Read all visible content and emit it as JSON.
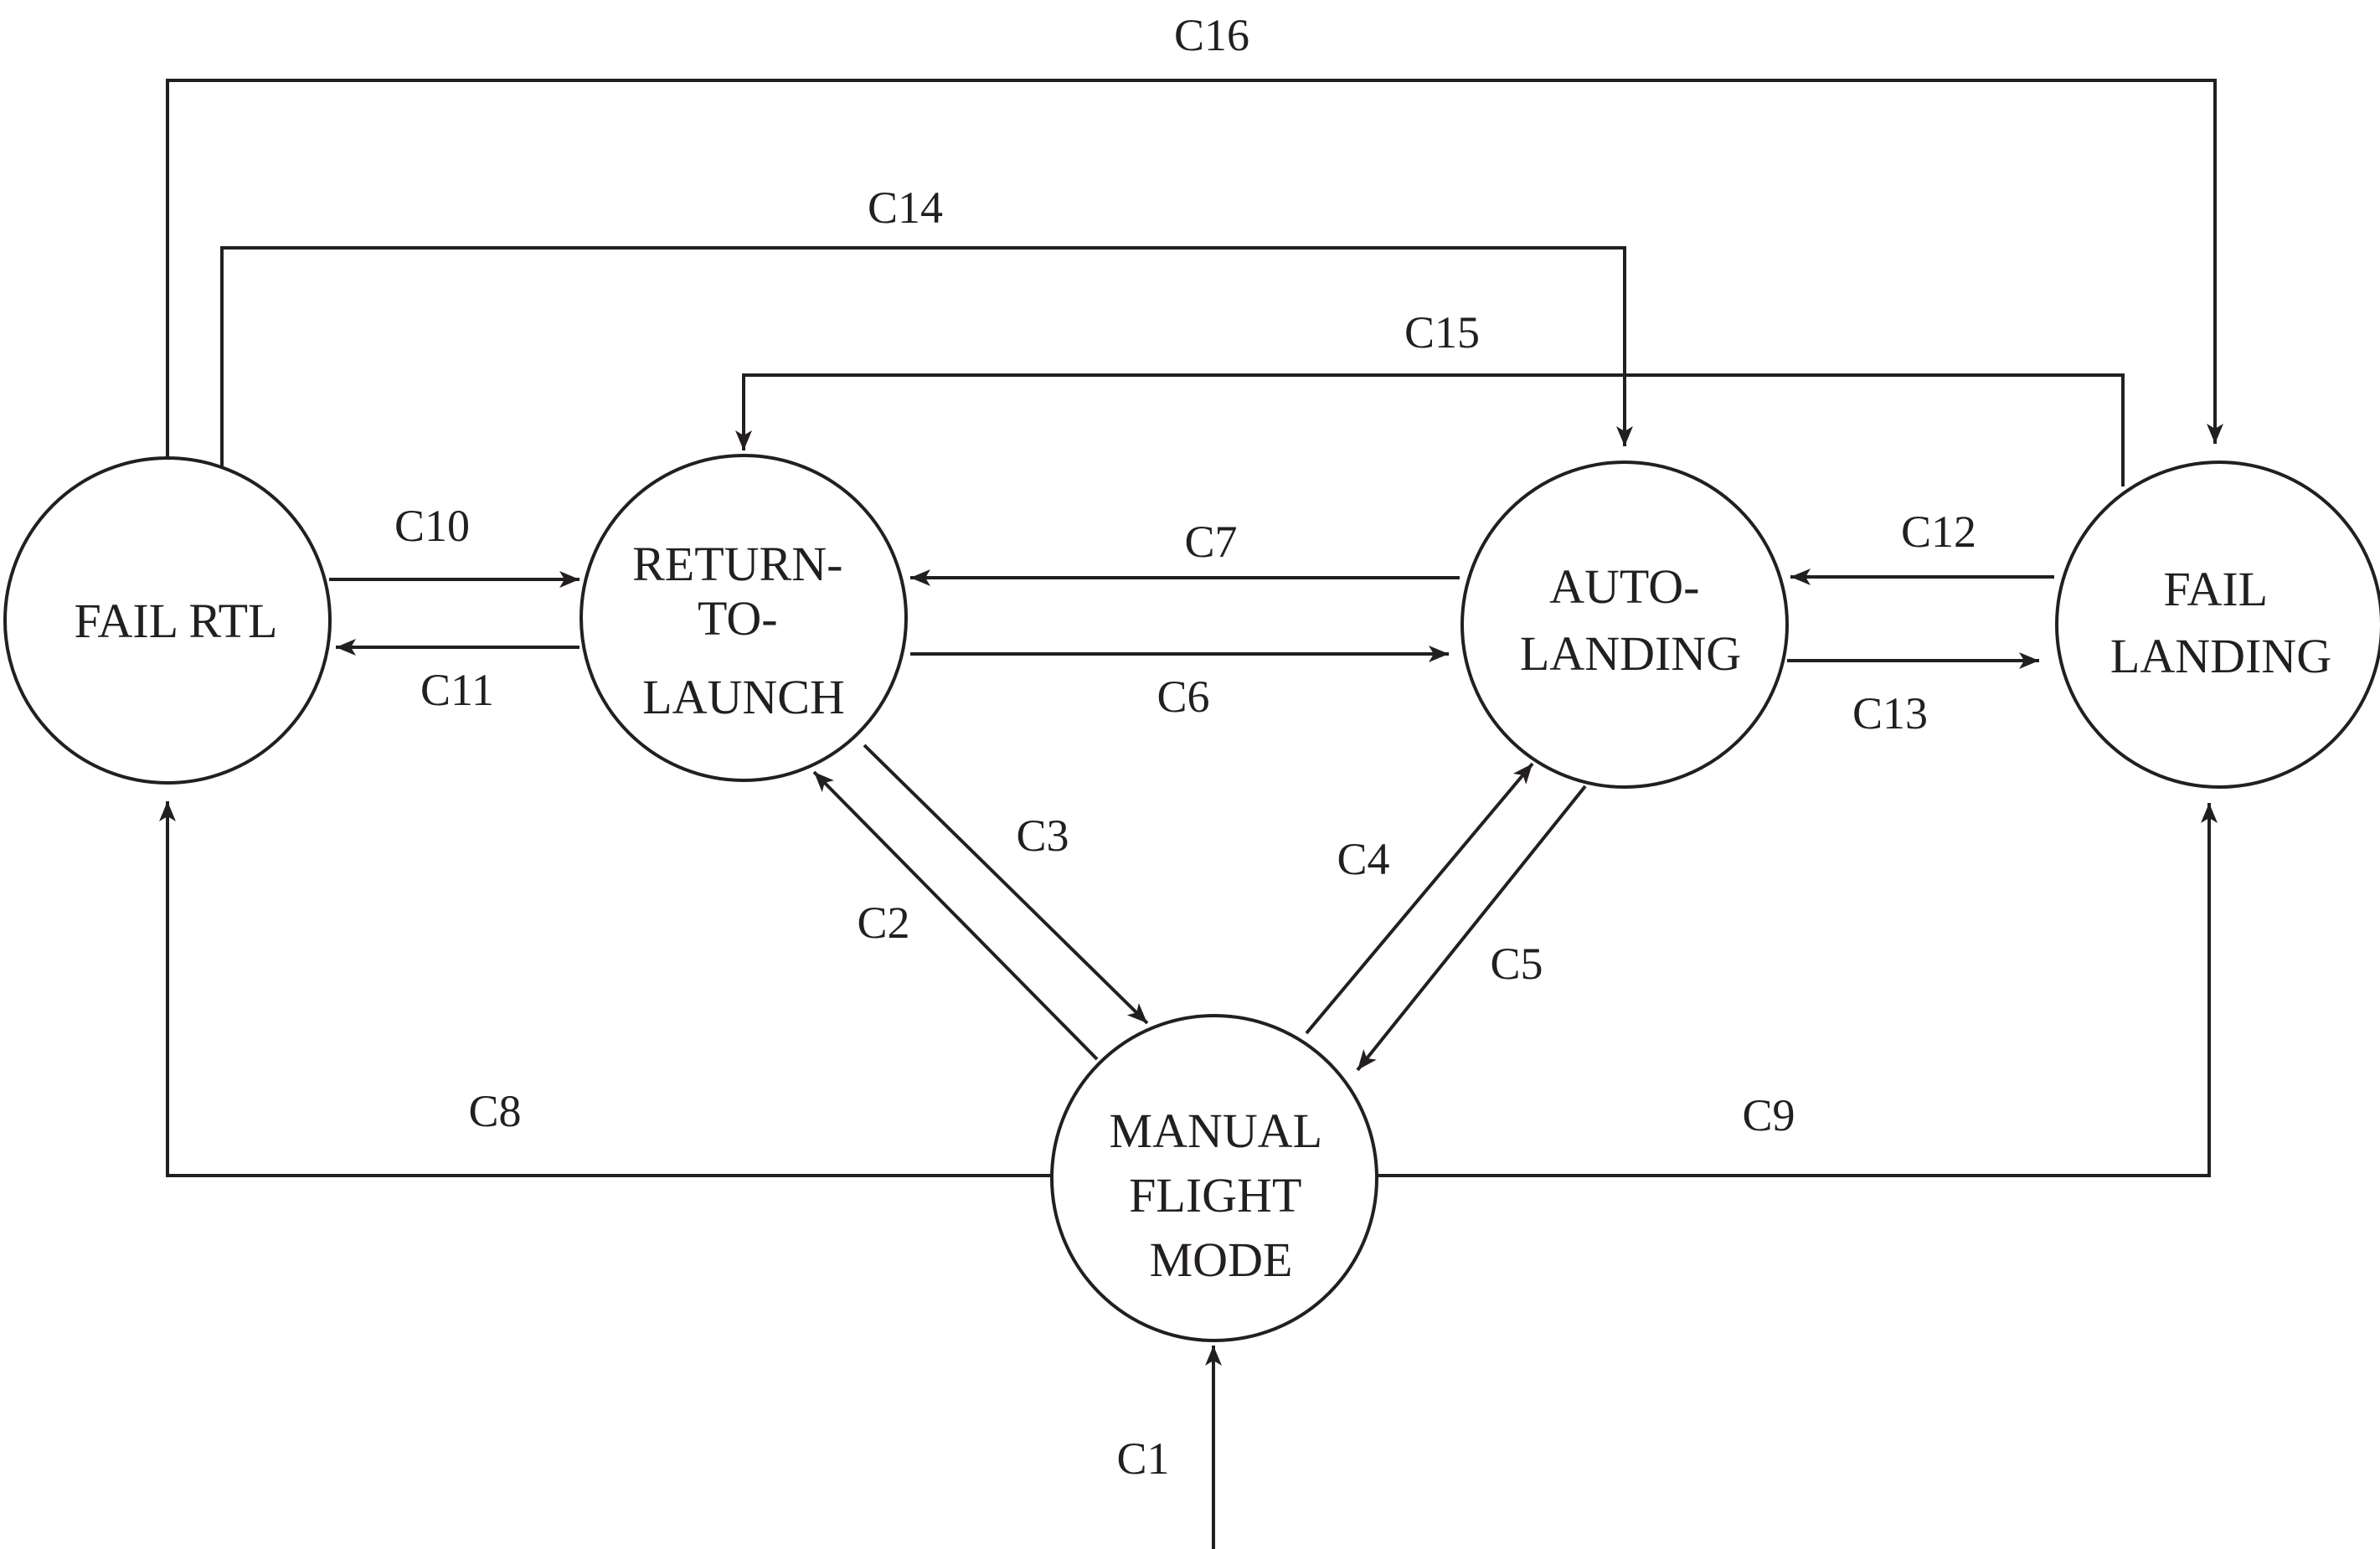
{
  "colors": {
    "ink": "#231f20",
    "background": "#ffffff"
  },
  "states": {
    "fail_rtl": {
      "lines": [
        "FAIL RTL"
      ]
    },
    "rtl": {
      "lines": [
        "RETURN-",
        "TO-",
        "LAUNCH"
      ]
    },
    "auto_landing": {
      "lines": [
        "AUTO-",
        "LANDING"
      ]
    },
    "fail_landing": {
      "lines": [
        "FAIL",
        "LANDING"
      ]
    },
    "manual": {
      "lines": [
        "MANUAL",
        "FLIGHT",
        "MODE"
      ]
    }
  },
  "transitions": {
    "c1": "C1",
    "c2": "C2",
    "c3": "C3",
    "c4": "C4",
    "c5": "C5",
    "c6": "C6",
    "c7": "C7",
    "c8": "C8",
    "c9": "C9",
    "c10": "C10",
    "c11": "C11",
    "c12": "C12",
    "c13": "C13",
    "c14": "C14",
    "c15": "C15",
    "c16": "C16"
  }
}
